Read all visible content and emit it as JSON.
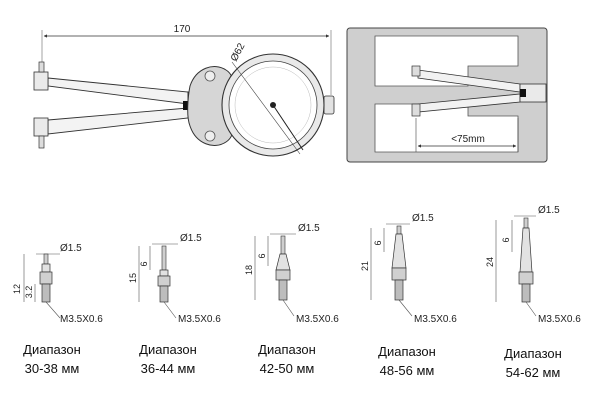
{
  "main_view": {
    "total_length": "170",
    "dial_diameter": "Ø62"
  },
  "inset_view": {
    "reach": "<75mm"
  },
  "tips": [
    {
      "diameter": "Ø1.5",
      "total_height": "12",
      "tip_height": "3.2",
      "thread": "M3.5X0.6",
      "range_label": "Диапазон",
      "range_value": "30-38 мм"
    },
    {
      "diameter": "Ø1.5",
      "total_height": "15",
      "tip_height": "6",
      "thread": "M3.5X0.6",
      "range_label": "Диапазон",
      "range_value": "36-44 мм"
    },
    {
      "diameter": "Ø1.5",
      "total_height": "18",
      "tip_height": "6",
      "thread": "M3.5X0.6",
      "range_label": "Диапазон",
      "range_value": "42-50 мм"
    },
    {
      "diameter": "Ø1.5",
      "total_height": "21",
      "tip_height": "6",
      "thread": "M3.5X0.6",
      "range_label": "Диапазон",
      "range_value": "48-56 мм"
    },
    {
      "diameter": "Ø1.5",
      "total_height": "24",
      "tip_height": "6",
      "thread": "M3.5X0.6",
      "range_label": "Диапазон",
      "range_value": "54-62 мм"
    }
  ]
}
